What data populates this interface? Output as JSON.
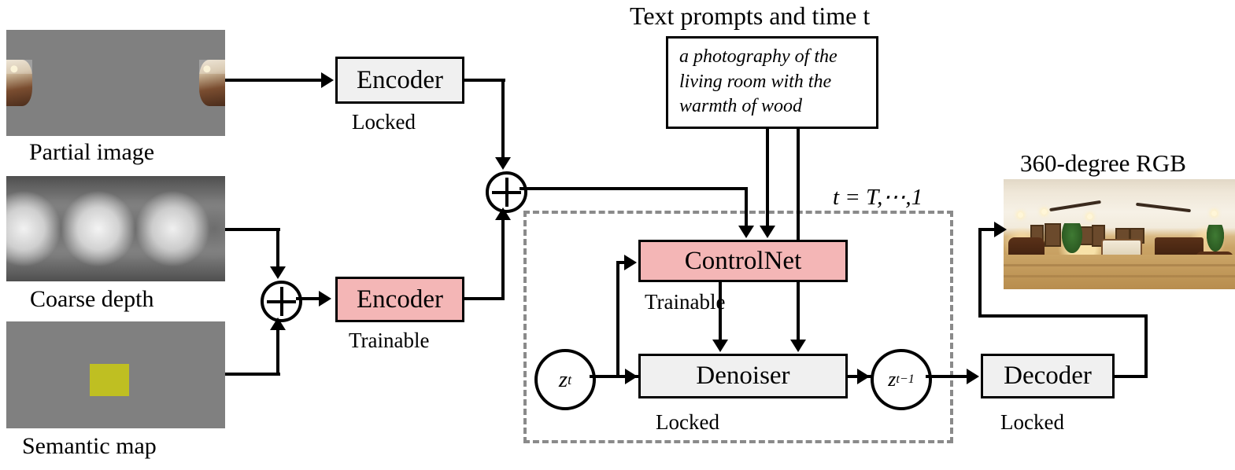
{
  "figure": {
    "type": "pipeline-diagram",
    "title_top": "Text prompts and time t",
    "output_title": "360-degree RGB"
  },
  "inputs": [
    {
      "name": "partial-image",
      "caption": "Partial image",
      "kind": "panorama-with-masked-gray"
    },
    {
      "name": "coarse-depth",
      "caption": "Coarse depth",
      "kind": "grayscale-depth-map"
    },
    {
      "name": "semantic-map",
      "caption": "Semantic map",
      "kind": "flat-gray-with-yellow-region"
    }
  ],
  "prompt": {
    "lines": [
      "a photography of the",
      "living room with the",
      "warmth of wood"
    ]
  },
  "blocks": [
    {
      "name": "encoder-locked",
      "label": "Encoder",
      "state": "Locked",
      "fill": "#f0f0f0"
    },
    {
      "name": "encoder-trainable",
      "label": "Encoder",
      "state": "Trainable",
      "fill": "#f4b6b6"
    },
    {
      "name": "controlnet",
      "label": "ControlNet",
      "state": "Trainable",
      "fill": "#f4b6b6"
    },
    {
      "name": "denoiser",
      "label": "Denoiser",
      "state": "Locked",
      "fill": "#f0f0f0"
    },
    {
      "name": "decoder",
      "label": "Decoder",
      "state": "Locked",
      "fill": "#f0f0f0"
    }
  ],
  "labels": {
    "encoder1": "Encoder",
    "encoder1_state": "Locked",
    "encoder2": "Encoder",
    "encoder2_state": "Trainable",
    "controlnet": "ControlNet",
    "controlnet_state": "Trainable",
    "denoiser": "Denoiser",
    "denoiser_state": "Locked",
    "decoder": "Decoder",
    "decoder_state": "Locked",
    "timestep_range": "t = T,⋯,1",
    "z_t": "z",
    "z_t_sub": "t",
    "z_tm1": "z",
    "z_tm1_sub": "t−1",
    "plus_symbol": "⊕"
  },
  "colors": {
    "trainable_fill": "#f4b6b6",
    "locked_fill": "#f0f0f0",
    "outline": "#000000",
    "dashed_border": "#8a8a8a",
    "semantic_region": "#bfbf22",
    "masked_gray": "#808080",
    "background": "#ffffff"
  }
}
